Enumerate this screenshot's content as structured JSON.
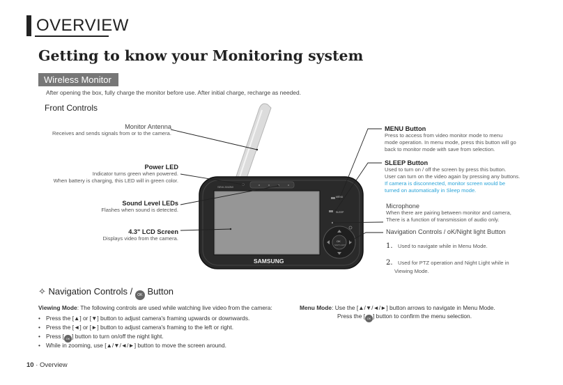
{
  "header": {
    "title": "OVERVIEW"
  },
  "main_title": "Getting to know your Monitoring system",
  "section_badge": "Wireless Monitor",
  "intro": "After opening the box, fully charge the monitor before use. After initial charge, recharge as needed.",
  "front_controls": "Front Controls",
  "left_labels": {
    "antenna": {
      "title": "Monitor Antenna",
      "desc": "Receives and sends signals from or to the camera."
    },
    "power_led": {
      "title": "Power LED",
      "desc1": "Indicator turns green when powered.",
      "desc2": "When battery is charging, this LED will in green color."
    },
    "sound_leds": {
      "title": "Sound Level LEDs",
      "desc": "Flashes when sound is detected."
    },
    "lcd": {
      "title": "4.3\" LCD Screen",
      "desc": "Displays video from the camera."
    }
  },
  "right_labels": {
    "menu": {
      "title": "MENU Button",
      "desc1": "Press to access from video monitor mode to menu",
      "desc2": "mode operation. In menu mode, press this button will go",
      "desc3": "back to monitor mode with save from selection."
    },
    "sleep": {
      "title": "SLEEP Button",
      "desc1": "Used to turn on / off the screen by press this button.",
      "desc2": "User can turn on the video again by pressing any buttons.",
      "blue1": "If camera is disconnected, monitor screen would be",
      "blue2": "turned on automatically in Sleep mode."
    },
    "mic": {
      "title": "Microphone",
      "desc1": "When there are pairing between monitor and camera,",
      "desc2": "There is a function of transmission of audio only."
    },
    "nav": {
      "title": "Navigation Controls / oK/Night light Button",
      "n1": "1.",
      "item1": "Used to navigate while in Menu Mode.",
      "n2": "2.",
      "item2a": "Used for PTZ operation and Night Light while in",
      "item2b": "Viewing Mode."
    }
  },
  "device": {
    "model": "SEW-3043W",
    "brand": "SAMSUNG",
    "menu_text": "MENU",
    "sleep_text": "SLEEP",
    "ok_text": "OK",
    "ok_sub": "NIGHT LIGHT"
  },
  "nav_section": {
    "prefix": "Navigation Controls /",
    "suffix": "Button",
    "viewing_label": "Viewing Mode",
    "viewing_text": ": The following controls are used while watching live video from the camera:",
    "bullets": [
      "Press the [▲] or [▼] button to adjust camera's framing upwards or downwards.",
      "Press the [◄] or [►] button to adjust camera's framing to the left or right.",
      "While in zooming, use [▲/▼/◄/►] button to move the screen around."
    ],
    "bullet3_pre": "Press [",
    "bullet3_post": "] button to turn on/off the night light.",
    "menu_label": "Menu Mode",
    "menu_text1": ": Use the [▲/▼/◄/►] button arrows to navigate in Menu Mode.",
    "menu_text2_pre": "Press the [",
    "menu_text2_post": "] button to confirm the menu selection."
  },
  "footer": {
    "page": "10",
    "label": "· Overview"
  }
}
